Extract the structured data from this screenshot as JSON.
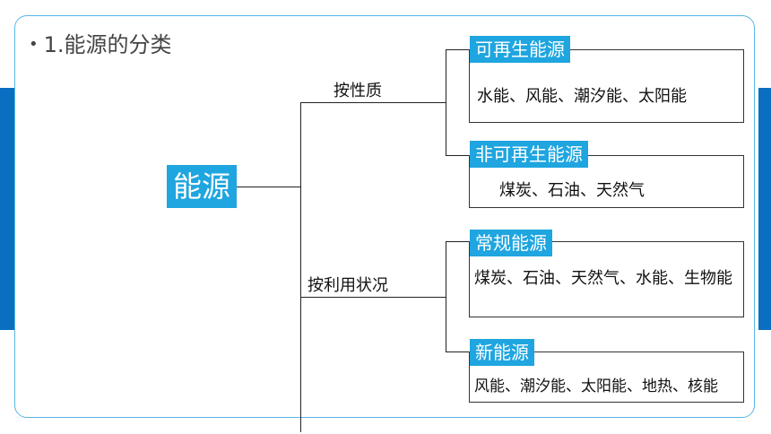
{
  "heading": {
    "bullet": "•",
    "text": "1.能源的分类"
  },
  "root": "能源",
  "branches": [
    {
      "label": "按性质"
    },
    {
      "label": "按利用状况"
    }
  ],
  "categories": [
    {
      "title": "可再生能源",
      "content": "水能、风能、潮汐能、太阳能"
    },
    {
      "title": "非可再生能源",
      "content": "煤炭、石油、天然气"
    },
    {
      "title": "常规能源",
      "content": "煤炭、石油、天然气、水能、生物能"
    },
    {
      "title": "新能源",
      "content": "风能、潮汐能、太阳能、地热、核能"
    }
  ],
  "colors": {
    "accent": "#1fa5df",
    "side_band": "#0a6fc0",
    "card_border": "#56b6e6"
  }
}
